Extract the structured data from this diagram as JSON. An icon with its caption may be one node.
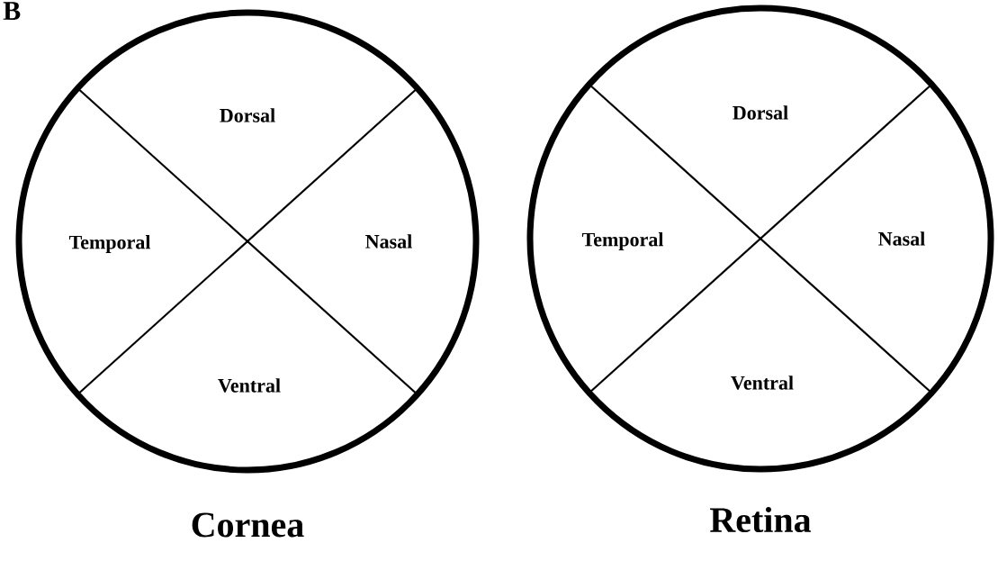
{
  "diagram": {
    "nodes": [
      {
        "text": [
          "Dorsal",
          "Temporal",
          "Nasal",
          "Ventral"
        ],
        "beside": [
          "Cornea"
        ]
      },
      {
        "text": [
          "Dorsal",
          "Temporal",
          "Nasal",
          "Ventral"
        ],
        "beside": [
          "Retina"
        ]
      }
    ],
    "labels": [
      "B"
    ]
  }
}
